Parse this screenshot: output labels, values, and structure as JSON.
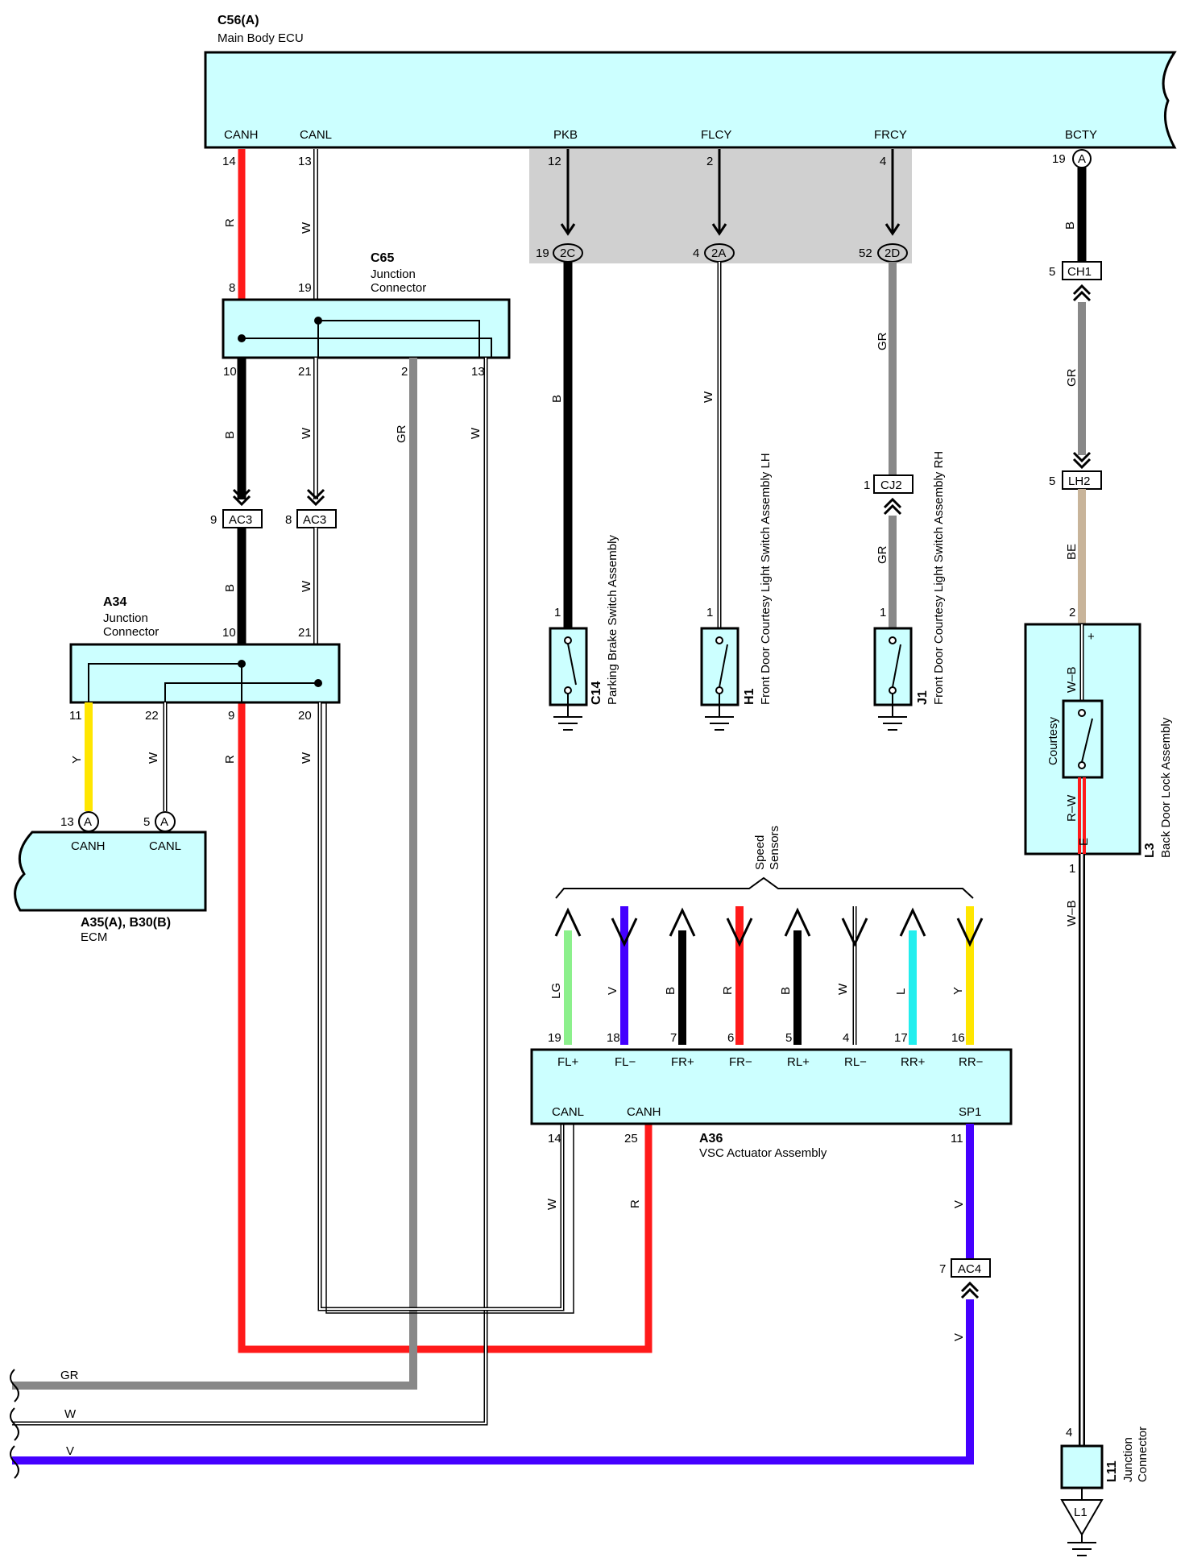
{
  "components": {
    "main_body_ecu": {
      "ref": "C56(A)",
      "name": "Main Body ECU",
      "pins": [
        "CANH",
        "CANL",
        "PKB",
        "FLCY",
        "FRCY",
        "BCTY"
      ],
      "pin_numbers": [
        "14",
        "13",
        "12",
        "2",
        "4",
        "19"
      ],
      "bcty_conn": "A"
    },
    "c65": {
      "ref": "C65",
      "name_line1": "Junction",
      "name_line2": "Connector",
      "pins_top": [
        "8",
        "19"
      ],
      "pins_bottom": [
        "10",
        "21",
        "2",
        "13"
      ]
    },
    "a34": {
      "ref": "A34",
      "name_line1": "Junction",
      "name_line2": "Connector",
      "pins_top": [
        "10",
        "21"
      ],
      "pins_bottom": [
        "11",
        "22",
        "9",
        "20"
      ]
    },
    "ecm": {
      "ref": "A35(A), B30(B)",
      "name": "ECM",
      "pins": [
        "CANH",
        "CANL"
      ],
      "pin_numbers": [
        "13",
        "5"
      ],
      "conn": "A"
    },
    "c14": {
      "ref": "C14",
      "name": "Parking Brake Switch Assembly",
      "pin": "1"
    },
    "h1": {
      "ref": "H1",
      "name": "Front Door Courtesy Light Switch Assembly LH",
      "pin": "1"
    },
    "j1": {
      "ref": "J1",
      "name": "Front Door Courtesy Light Switch Assembly RH",
      "pin": "1"
    },
    "l3": {
      "ref": "L3",
      "name": "Back Door Lock Assembly",
      "switch_label": "Courtesy",
      "pin_top": "2",
      "pin_bottom": "1",
      "plus": "+",
      "minus": "E"
    },
    "a36": {
      "ref": "A36",
      "name": "VSC Actuator Assembly",
      "top_pins": [
        "FL+",
        "FL−",
        "FR+",
        "FR−",
        "RL+",
        "RL−",
        "RR+",
        "RR−"
      ],
      "top_pin_numbers": [
        "19",
        "18",
        "7",
        "6",
        "5",
        "4",
        "17",
        "16"
      ],
      "top_wire_colors": [
        "LG",
        "V",
        "B",
        "R",
        "B",
        "W",
        "L",
        "Y"
      ],
      "bottom_pins": [
        "CANL",
        "CANH",
        "SP1"
      ],
      "bottom_pin_numbers": [
        "14",
        "25",
        "11"
      ]
    },
    "l11": {
      "ref": "L11",
      "name_line1": "Junction",
      "name_line2": "Connector",
      "pin": "4",
      "ground": "L1"
    },
    "speed_sensors": {
      "line1": "Speed",
      "line2": "Sensors"
    }
  },
  "connectors": {
    "ac3_left": {
      "id": "AC3",
      "pin": "9"
    },
    "ac3_right": {
      "id": "AC3",
      "pin": "8"
    },
    "c2c": {
      "id": "2C",
      "pin": "19"
    },
    "c2a": {
      "id": "2A",
      "pin": "4"
    },
    "c2d": {
      "id": "2D",
      "pin": "52"
    },
    "ch1": {
      "id": "CH1",
      "pin": "5"
    },
    "lh2": {
      "id": "LH2",
      "pin": "5"
    },
    "cj2": {
      "id": "CJ2",
      "pin": "1"
    },
    "ac4": {
      "id": "AC4",
      "pin": "7"
    }
  },
  "wire_labels": {
    "canh_top": "R",
    "canl_top": "W",
    "c65_10": "B",
    "c65_21": "W",
    "c65_2": "GR",
    "c65_13": "W",
    "a34_10": "B",
    "a34_21": "W",
    "a34_11": "Y",
    "a34_22": "W",
    "a34_9": "R",
    "a34_20": "W",
    "pkb": "B",
    "flcy": "W",
    "frcy_upper": "GR",
    "frcy_lower": "GR",
    "bcty_b": "B",
    "bcty_gr": "GR",
    "bcty_be": "BE",
    "l3_plus": "W–B",
    "l3_minus": "R–W",
    "l3_out": "W–B",
    "a36_canl": "W",
    "a36_canh": "R",
    "sp1_upper": "V",
    "sp1_lower": "V",
    "out_gr": "GR",
    "out_w": "W",
    "out_v": "V"
  },
  "colors": {
    "red": "#ff1a1a",
    "black": "#000000",
    "gray": "#888888",
    "tan": "#c8b49a",
    "yellow": "#ffe600",
    "purple": "#4400ff",
    "lightgreen": "#8cf08c",
    "cyan": "#22eeee",
    "box_fill": "#ccffff",
    "shade": "#d0d0d0"
  }
}
